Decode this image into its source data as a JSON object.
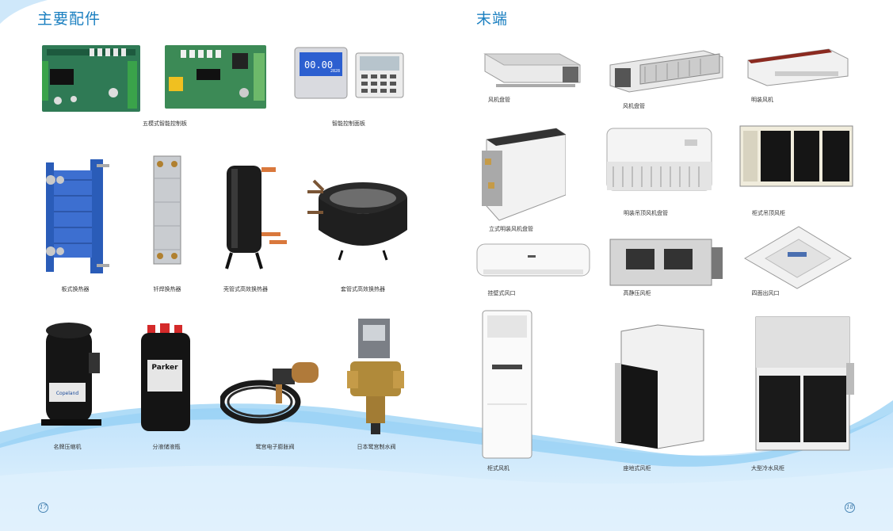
{
  "left": {
    "title": "主要配件",
    "items": [
      {
        "label": "五模式智能控制板"
      },
      {
        "label": "智能控制面板"
      },
      {
        "label": "板式换热器"
      },
      {
        "label": "钎焊换热器"
      },
      {
        "label": "壳管式高效换热器"
      },
      {
        "label": "套管式高效换热器"
      },
      {
        "label": "名牌压缩机"
      },
      {
        "label": "分液储液瓶"
      },
      {
        "label": "鹭宫电子膨胀阀"
      },
      {
        "label": "日本鹭宫制水阀"
      }
    ],
    "page_number": "17",
    "panel_display": "00.00",
    "panel_display_small": "2828",
    "receiver_brand": "Parker",
    "compressor_brand": "Copeland"
  },
  "right": {
    "title": "末端",
    "items": [
      {
        "label": "风机盘管"
      },
      {
        "label": "风机盘管"
      },
      {
        "label": "明装风机"
      },
      {
        "label": "立式明装风机盘管"
      },
      {
        "label": "明装吊顶风机盘管"
      },
      {
        "label": "柜式吊顶风柜"
      },
      {
        "label": "挂壁式风口"
      },
      {
        "label": "高静压风柜"
      },
      {
        "label": "四面出风口"
      },
      {
        "label": "柜式风机"
      },
      {
        "label": "座地式风柜"
      },
      {
        "label": "大型冷水风柜"
      }
    ],
    "page_number": "18"
  },
  "colors": {
    "title": "#1a7fc0",
    "wave_light": "#dcefff",
    "wave_mid": "#b8defa",
    "wave_dark": "#7cc3f0",
    "pcb_green": "#2f7a55",
    "heat_blue": "#2a5cb8"
  }
}
